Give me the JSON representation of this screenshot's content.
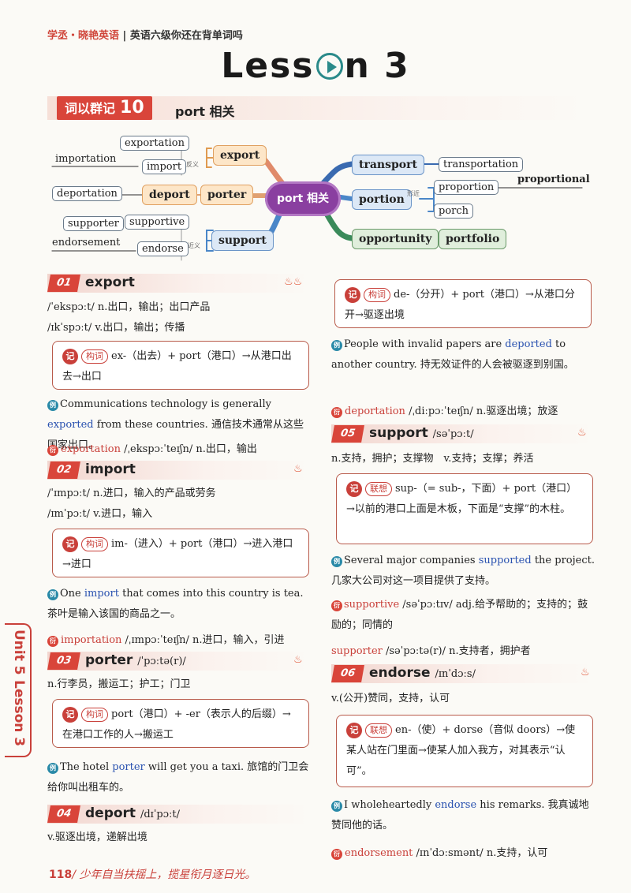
{
  "header": {
    "brand": "学丞・晓艳英语",
    "sep": "|",
    "subtitle": "英语六级你还在背单词吗"
  },
  "lesson": {
    "left": "Less",
    "right": "n 3"
  },
  "group": {
    "tag": "词以群记",
    "number": "10",
    "title": "port 相关"
  },
  "mindmap": {
    "center": "port 相关",
    "export": "export",
    "exportation": "exportation",
    "import": "import",
    "importation": "importation",
    "antonym1": "反义",
    "deport": "deport",
    "deportation": "deportation",
    "porter": "porter",
    "support": "support",
    "supporter": "supporter",
    "supportive": "supportive",
    "endorse": "endorse",
    "endorsement": "endorsement",
    "synonym": "近义",
    "transport": "transport",
    "transportation": "transportation",
    "portion": "portion",
    "proportion": "proportion",
    "proportional": "proportional",
    "porch": "porch",
    "formshort": "形近",
    "opportunity": "opportunity",
    "portfolio": "portfolio"
  },
  "entries": {
    "e01": {
      "num": "01",
      "word": "export",
      "l1": "/ˈekspɔːt/ n.出口，输出；出口产品",
      "l2": "/ɪkˈspɔːt/ v.出口，输出；传播",
      "boxtag": "构词",
      "box": "ex-（出去）+ port（港口）→从港口出去→出口",
      "ex1": "Communications technology is generally ",
      "exkw": "exported",
      "ex2": " from these countries. 通信技术通常从这些国家出口。",
      "derword": "exportation",
      "derrest": " /ˌekspɔːˈteɪʃn/ n.出口，输出"
    },
    "e02": {
      "num": "02",
      "word": "import",
      "l1": "/ˈɪmpɔːt/ n.进口，输入的产品或劳务",
      "l2": "/ɪmˈpɔːt/ v.进口，输入",
      "boxtag": "构词",
      "box": "im-（进入）+ port（港口）→进入港口→进口",
      "ex1": "One ",
      "exkw": "import",
      "ex2": " that comes into this country is tea. 茶叶是输入该国的商品之一。",
      "derword": "importation",
      "derrest": " /ˌɪmpɔːˈteɪʃn/ n.进口，输入，引进"
    },
    "e03": {
      "num": "03",
      "word": "porter",
      "phon": "/ˈpɔːtə(r)/",
      "l1": "n.行李员，搬运工；护工；门卫",
      "boxtag": "构词",
      "box": "port（港口）+ -er（表示人的后缀）→在港口工作的人→搬运工",
      "ex1": "The hotel ",
      "exkw": "porter",
      "ex2": " will get you a taxi. 旅馆的门卫会给你叫出租车的。"
    },
    "e04": {
      "num": "04",
      "word": "deport",
      "phon": "/dɪˈpɔːt/",
      "l1": "v.驱逐出境，递解出境",
      "boxtag": "构词",
      "box": "de-（分开）+ port（港口）→从港口分开→驱逐出境",
      "ex1": "People with invalid papers are ",
      "exkw": "deported",
      "ex2": " to another country. 持无效证件的人会被驱逐到别国。",
      "derword": "deportation",
      "derrest": " /ˌdiːpɔːˈteɪʃn/ n.驱逐出境；放逐"
    },
    "e05": {
      "num": "05",
      "word": "support",
      "phon": "/səˈpɔːt/",
      "l1": "n.支持，拥护；支撑物　v.支持；支撑；养活",
      "boxtag": "联想",
      "box": "sup-（= sub-，下面）+ port（港口）→以前的港口上面是木板，下面是“支撑”的木柱。",
      "ex1": "Several major companies ",
      "exkw": "supported",
      "ex2": " the project. 几家大公司对这一项目提供了支持。",
      "derword": "supportive",
      "derrest": " /səˈpɔːtɪv/ adj.给予帮助的；支持的；鼓励的；同情的",
      "der2word": "supporter",
      "der2rest": " /səˈpɔːtə(r)/ n.支持者，拥护者"
    },
    "e06": {
      "num": "06",
      "word": "endorse",
      "phon": "/ɪnˈdɔːs/",
      "l1": "v.(公开)赞同，支持，认可",
      "boxtag": "联想",
      "box": "en-（使）+ dorse（音似 doors）→使某人站在门里面→使某人加入我方，对其表示“认可”。",
      "ex1": "I wholeheartedly ",
      "exkw": "endorse",
      "ex2": " his remarks. 我真诚地赞同他的话。",
      "derword": "endorsement",
      "derrest": " /ɪnˈdɔːsmənt/ n.支持，认可"
    }
  },
  "sidetab": {
    "unit": "Unit 5",
    "lesson": "Lesson 3"
  },
  "footer": {
    "page": "118",
    "motto": "少年自当扶摇上，揽星衔月逐日光。"
  },
  "colors": {
    "accent": "#d9453a",
    "keyword": "#2a52b0",
    "center": "#8a3fa0"
  }
}
